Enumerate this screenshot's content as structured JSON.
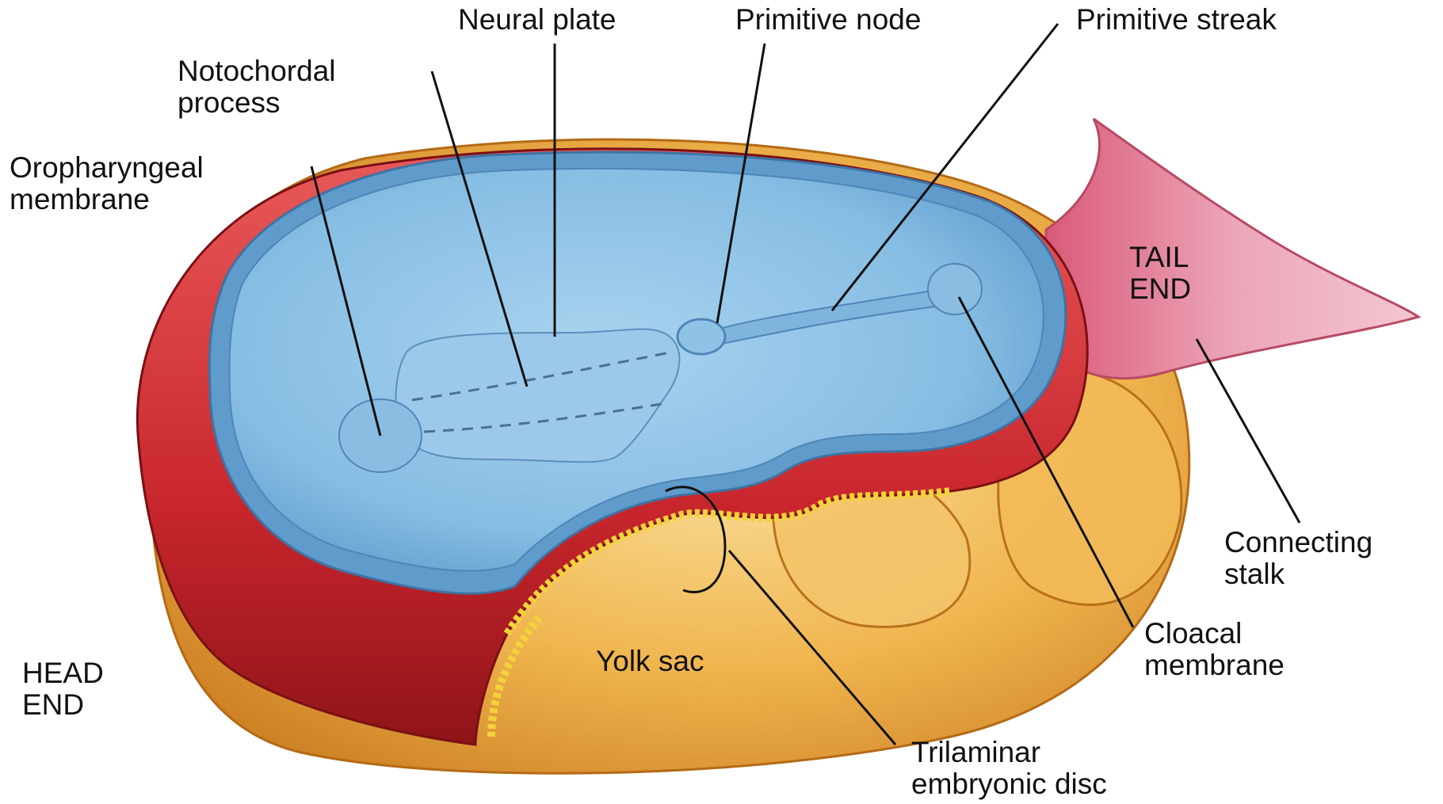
{
  "labels": {
    "neural_plate": "Neural plate",
    "primitive_node": "Primitive node",
    "primitive_streak": "Primitive streak",
    "notochordal_process": [
      "Notochordal",
      "process"
    ],
    "oropharyngeal_membrane": [
      "Oropharyngeal",
      "membrane"
    ],
    "tail_end": [
      "TAIL",
      "END"
    ],
    "connecting_stalk": [
      "Connecting",
      "stalk"
    ],
    "cloacal_membrane": [
      "Cloacal",
      "membrane"
    ],
    "head_end": [
      "HEAD",
      "END"
    ],
    "yolk_sac": "Yolk sac",
    "trilaminar_disc": [
      "Trilaminar",
      "embryonic disc"
    ]
  },
  "colors": {
    "ectoderm": "#8fc3e6",
    "ectoderm_dark": "#5b93c4",
    "mesoderm": "#d7383c",
    "endoderm": "#f2d33a",
    "yolk_sac": "#e8a63a",
    "connecting_stalk": "#e9a7b6"
  }
}
